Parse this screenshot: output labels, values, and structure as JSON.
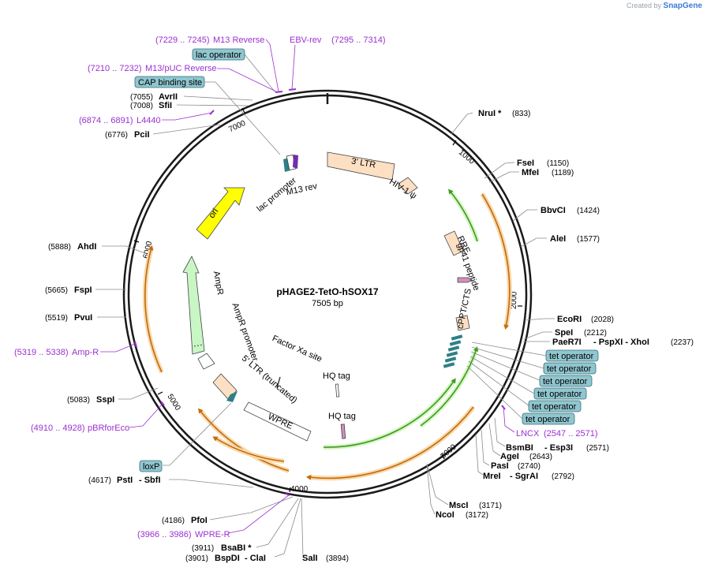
{
  "credit": {
    "prefix": "Created by",
    "brand": "SnapGene"
  },
  "plasmid": {
    "name": "pHAGE2-TetO-hSOX17",
    "length": "7505 bp"
  },
  "ticks": [
    "1000",
    "2000",
    "3000",
    "4000",
    "5000",
    "6000",
    "7000"
  ],
  "features": [
    {
      "name": "3' LTR"
    },
    {
      "name": "HIV-1 ψ"
    },
    {
      "name": "RRE"
    },
    {
      "name": "gp41 peptide"
    },
    {
      "name": "cPPT/CTS"
    },
    {
      "name": "HQ tag"
    },
    {
      "name": "HQ tag"
    },
    {
      "name": "Factor Xa site"
    },
    {
      "name": "WPRE"
    },
    {
      "name": "5' LTR (truncated)"
    },
    {
      "name": "AmpR promoter"
    },
    {
      "name": "AmpR"
    },
    {
      "name": "ori"
    },
    {
      "name": "lac promoter"
    },
    {
      "name": "M13 rev"
    }
  ],
  "boxes": [
    "lac operator",
    "CAP binding site",
    "tet operator",
    "tet operator",
    "tet operator",
    "tet operator",
    "tet operator",
    "tet operator",
    "loxP"
  ],
  "primers": [
    {
      "pos": "(7229 .. 7245)",
      "name": "M13 Reverse"
    },
    {
      "pos": "(7295 .. 7314)",
      "name": "EBV-rev"
    },
    {
      "pos": "(7210 .. 7232)",
      "name": "M13/pUC Reverse"
    },
    {
      "pos": "(6874 .. 6891)",
      "name": "L4440"
    },
    {
      "pos": "(5319 .. 5338)",
      "name": "Amp-R"
    },
    {
      "pos": "(4910 .. 4928)",
      "name": "pBRforEco"
    },
    {
      "pos": "(2547 .. 2571)",
      "name": "LNCX"
    },
    {
      "pos": "(3966 .. 3986)",
      "name": "WPRE-R"
    }
  ],
  "sites": [
    {
      "pos": "(7055)",
      "name": "AvrII"
    },
    {
      "pos": "(7008)",
      "name": "SfiI"
    },
    {
      "pos": "(6776)",
      "name": "PciI"
    },
    {
      "pos": "(5888)",
      "name": "AhdI"
    },
    {
      "pos": "(5665)",
      "name": "FspI"
    },
    {
      "pos": "(5519)",
      "name": "PvuI"
    },
    {
      "pos": "(5083)",
      "name": "SspI"
    },
    {
      "pos": "(4617)",
      "name": "PstI",
      "extra": "-  SbfI"
    },
    {
      "pos": "(4186)",
      "name": "PfoI"
    },
    {
      "pos": "(3911)",
      "name": "BsaBI *"
    },
    {
      "pos": "(3901)",
      "name": "BspDI",
      "extra": "-  ClaI"
    },
    {
      "pos": "(3894)",
      "name": "SalI"
    },
    {
      "pos": "(833)",
      "name": "NruI *"
    },
    {
      "pos": "(1150)",
      "name": "FseI"
    },
    {
      "pos": "(1189)",
      "name": "MfeI"
    },
    {
      "pos": "(1424)",
      "name": "BbvCI"
    },
    {
      "pos": "(1577)",
      "name": "AleI"
    },
    {
      "pos": "(2028)",
      "name": "EcoRI"
    },
    {
      "pos": "(2212)",
      "name": "SpeI"
    },
    {
      "pos": "(2237)",
      "name": "PaeR7I",
      "extra": "-  PspXI   -  XhoI"
    },
    {
      "pos": "(2571)",
      "name": "BsmBI",
      "extra": "-  Esp3I"
    },
    {
      "pos": "(2643)",
      "name": "AgeI"
    },
    {
      "pos": "(2740)",
      "name": "PasI"
    },
    {
      "pos": "(2792)",
      "name": "MreI",
      "extra": "-  SgrAI"
    },
    {
      "pos": "(3171)",
      "name": "MscI"
    },
    {
      "pos": "(3172)",
      "name": "NcoI"
    }
  ],
  "colors": {
    "ltr": "#fde0c4",
    "ori": "#ffff00",
    "amp": "#c8f7c5",
    "promoter": "#ffffff",
    "teal": "#2f7f86",
    "box": "#8fc6cf",
    "primer": "#9b30d0",
    "orf_orange": "#f2a33a",
    "orf_green": "#5fc130",
    "pink": "#d38fb9"
  }
}
